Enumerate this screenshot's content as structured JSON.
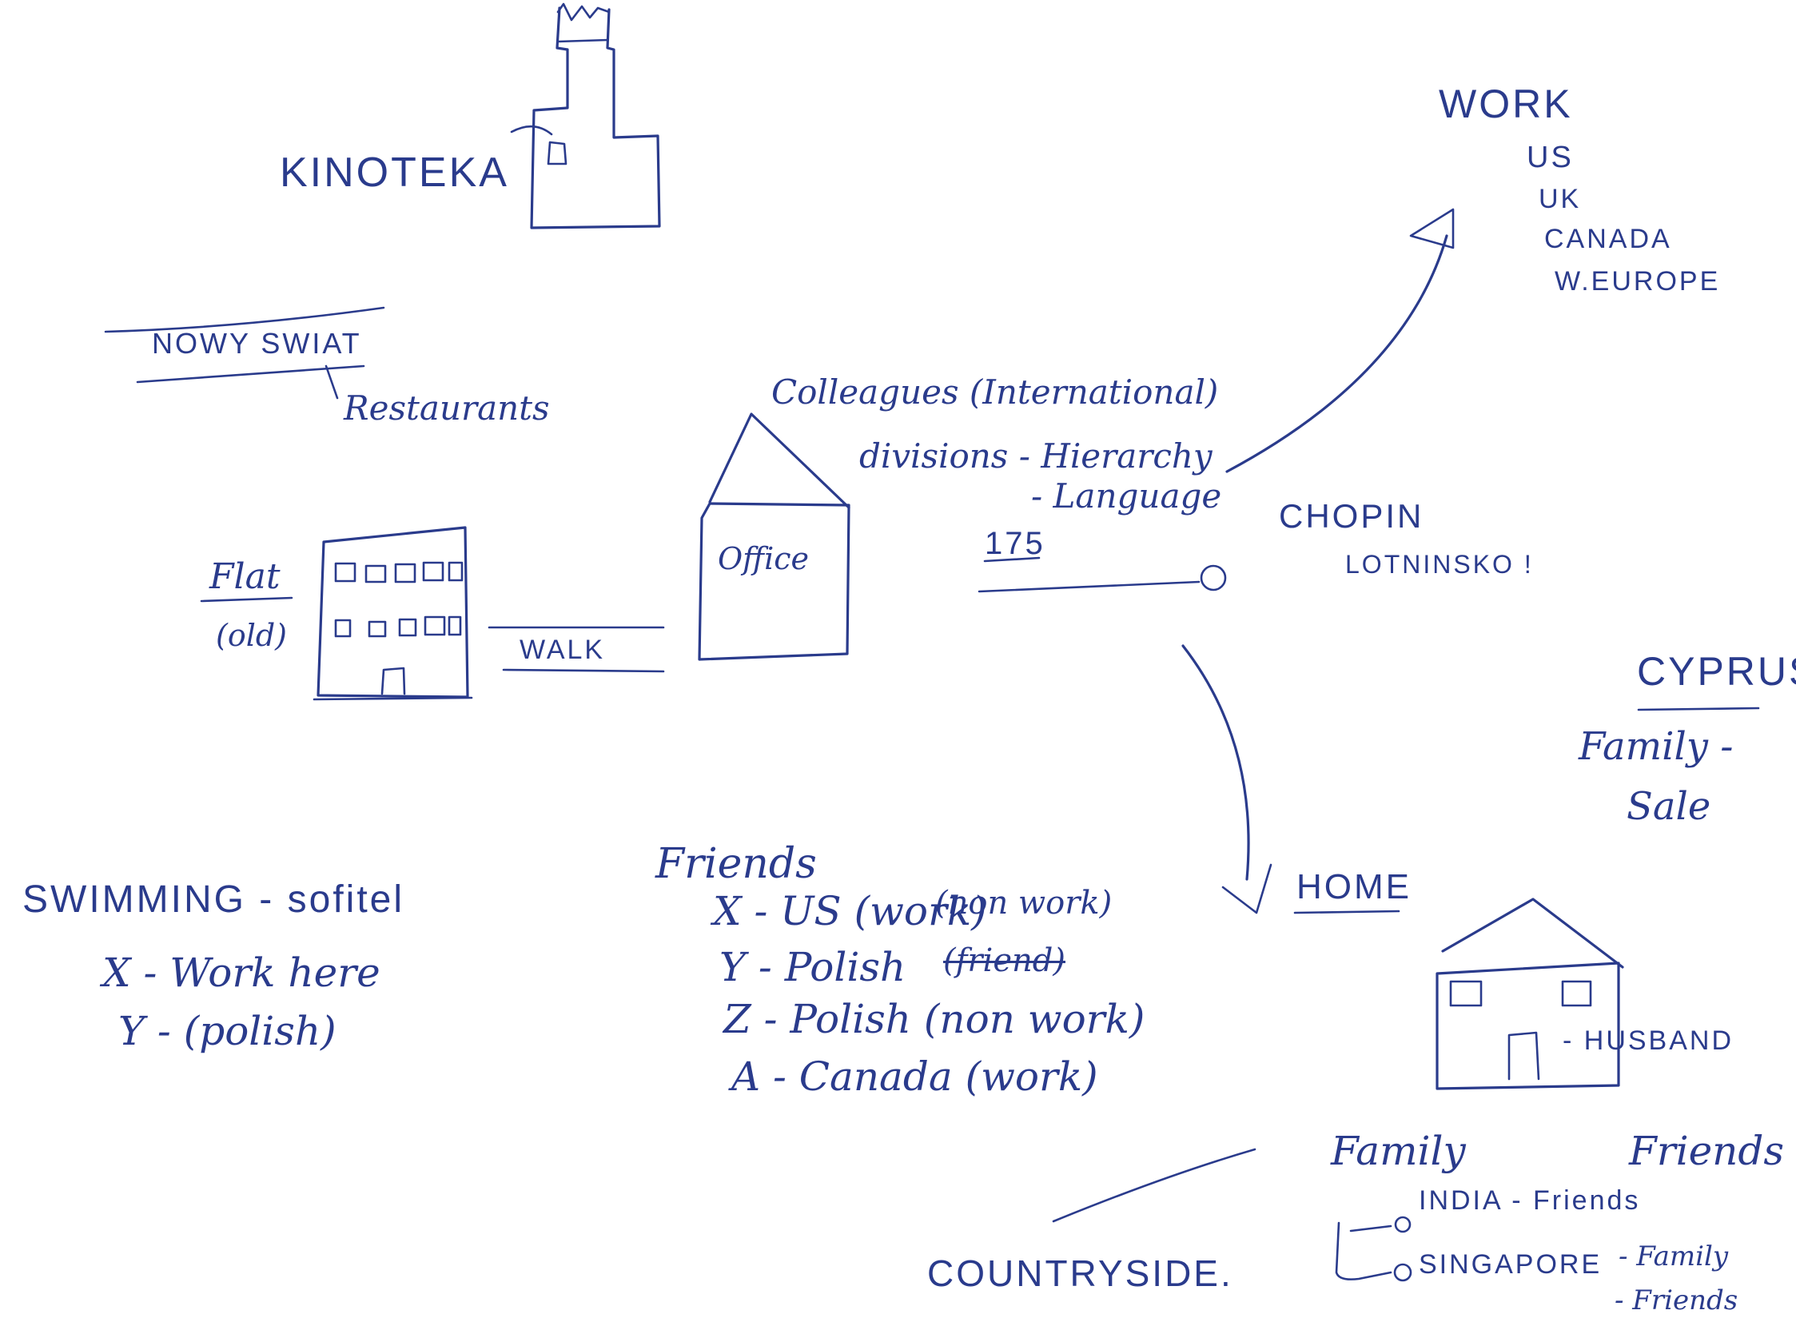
{
  "kinoteka": {
    "label": "KINOTEKA"
  },
  "nowy_swiat": {
    "label": "NOWY SWIAT",
    "sub": "Restaurants"
  },
  "flat": {
    "label": "Flat",
    "sub": "(old)"
  },
  "walk": {
    "label": "WALK"
  },
  "office": {
    "label": "Office"
  },
  "colleagues": {
    "title": "Colleagues (International)",
    "line1": "divisions - Hierarchy",
    "line2": "- Language"
  },
  "route": {
    "number": "175",
    "chopin": "CHOPIN",
    "lotnisko": "LOTNINSKO !"
  },
  "work": {
    "title": "WORK",
    "items": [
      "US",
      "UK",
      "CANADA",
      "W.EUROPE"
    ]
  },
  "cyprus": {
    "title": "CYPRUS",
    "line1": "Family -",
    "line2": "Sale"
  },
  "home": {
    "title": "HOME",
    "husband": "- HUSBAND"
  },
  "swimming": {
    "title": "SWIMMING - sofitel",
    "line1": "X - Work here",
    "line2": "Y - (polish)"
  },
  "friends": {
    "title": "Friends",
    "rows": [
      {
        "text": "X - US (work)",
        "note": "(non work)"
      },
      {
        "text": "Y - Polish",
        "struck": "(friend)"
      },
      {
        "text": "Z - Polish (non work)"
      },
      {
        "text": "A - Canada (work)"
      }
    ]
  },
  "family_friends": {
    "family": "Family",
    "friends": "Friends",
    "india": "INDIA - Friends",
    "singapore": "SINGAPORE",
    "sg_family": "- Family",
    "sg_friends": "- Friends"
  },
  "countryside": {
    "label": "COUNTRYSIDE."
  }
}
